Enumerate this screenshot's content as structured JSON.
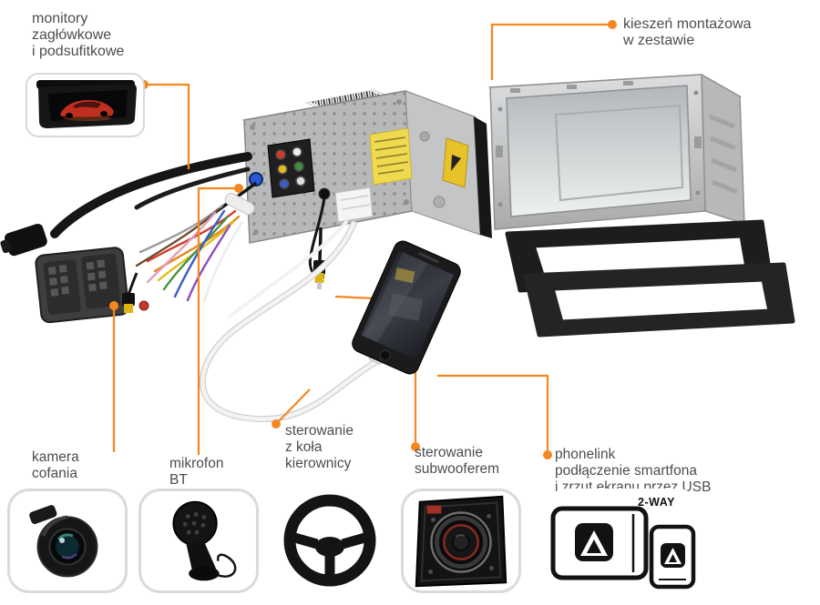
{
  "page": {
    "background": "#ffffff",
    "accent_color": "#f6861f",
    "label_color": "#4d4d4d"
  },
  "callouts": {
    "monitors": {
      "lines": [
        "monitory",
        "zagłówkowe",
        "i podsufitkowe"
      ]
    },
    "cage": {
      "lines": [
        "kieszeń montażowa",
        "w zestawie"
      ]
    },
    "camera": {
      "lines": [
        "kamera",
        "cofania"
      ]
    },
    "microphone": {
      "lines": [
        "mikrofon",
        "BT"
      ]
    },
    "steering": {
      "lines": [
        "sterowanie",
        "z koła",
        "kierownicy"
      ]
    },
    "subwoofer": {
      "lines": [
        "sterowanie",
        "subwooferem"
      ]
    },
    "phonelink": {
      "lines": [
        "phonelink",
        "podłączenie smartfona",
        "i zrzut ekranu przez USB"
      ]
    }
  },
  "badges": {
    "phonelink_mode": "2-WAY"
  },
  "illustrations": [
    "flip-down-monitor",
    "head-unit-rear-view",
    "wiring-harness",
    "mounting-cage",
    "trim-frames",
    "smartphone-with-usb",
    "rear-camera",
    "bt-microphone",
    "steering-wheel",
    "subwoofer",
    "phonelink-phones"
  ]
}
